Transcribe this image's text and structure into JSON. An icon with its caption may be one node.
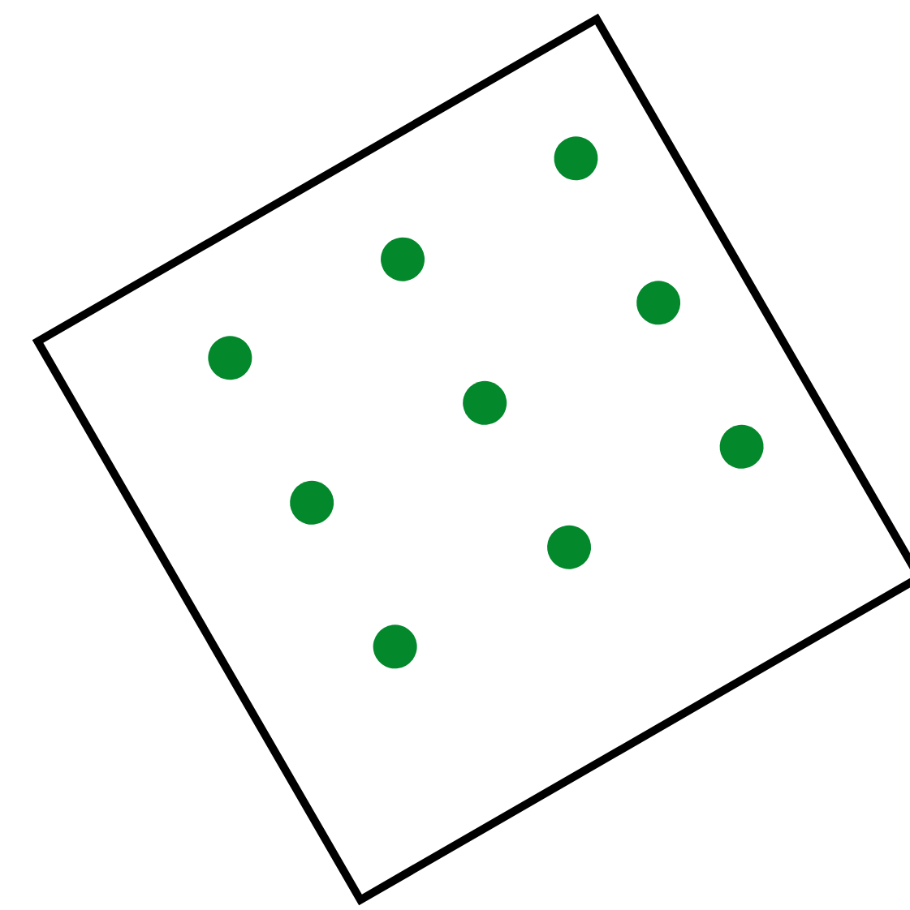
{
  "diagram": {
    "nodes": [
      {
        "text": [],
        "shape": "box"
      },
      {
        "text": [],
        "shape": "circle",
        "in": 0
      },
      {
        "text": [],
        "shape": "circle",
        "in": 0
      },
      {
        "text": [],
        "shape": "circle",
        "in": 0
      },
      {
        "text": [],
        "shape": "circle",
        "in": 0
      },
      {
        "text": [],
        "shape": "circle",
        "in": 0
      },
      {
        "text": [],
        "shape": "circle",
        "in": 0
      },
      {
        "text": [],
        "shape": "circle",
        "in": 0
      },
      {
        "text": [],
        "shape": "circle",
        "in": 0
      },
      {
        "text": [],
        "shape": "circle",
        "in": 0
      }
    ]
  }
}
